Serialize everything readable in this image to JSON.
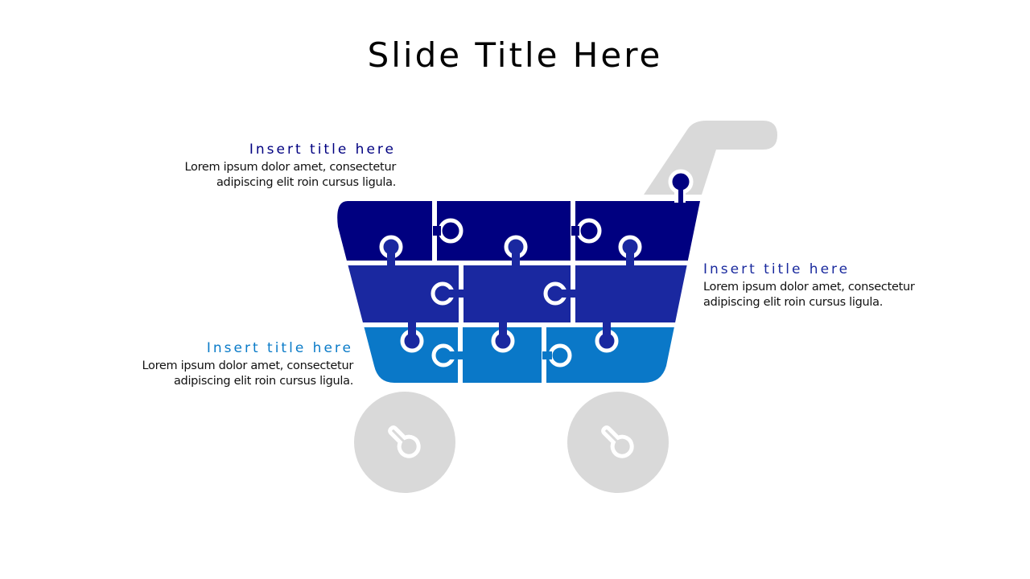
{
  "slide": {
    "title": "Slide Title Here"
  },
  "callouts": [
    {
      "title": "Insert title here",
      "body_line1": "Lorem ipsum dolor amet, consectetur",
      "body_line2": "adipiscing elit roin cursus ligula.",
      "color": "#000080",
      "position": "top-left"
    },
    {
      "title": "Insert title here",
      "body_line1": "Lorem ipsum dolor amet, consectetur",
      "body_line2": "adipiscing elit roin cursus ligula.",
      "color": "#1a2a9e",
      "position": "middle-right"
    },
    {
      "title": "Insert title here",
      "body_line1": "Lorem ipsum dolor amet, consectetur",
      "body_line2": "adipiscing elit roin cursus ligula.",
      "color": "#0a7bc8",
      "position": "bottom-left"
    }
  ],
  "colors": {
    "row1": "#000080",
    "row2": "#1a28a0",
    "row3": "#0a78c8",
    "gray": "#d9d9d9"
  },
  "diagram": {
    "type": "shopping-cart-puzzle",
    "rows": 3,
    "pieces_per_row": 3
  }
}
